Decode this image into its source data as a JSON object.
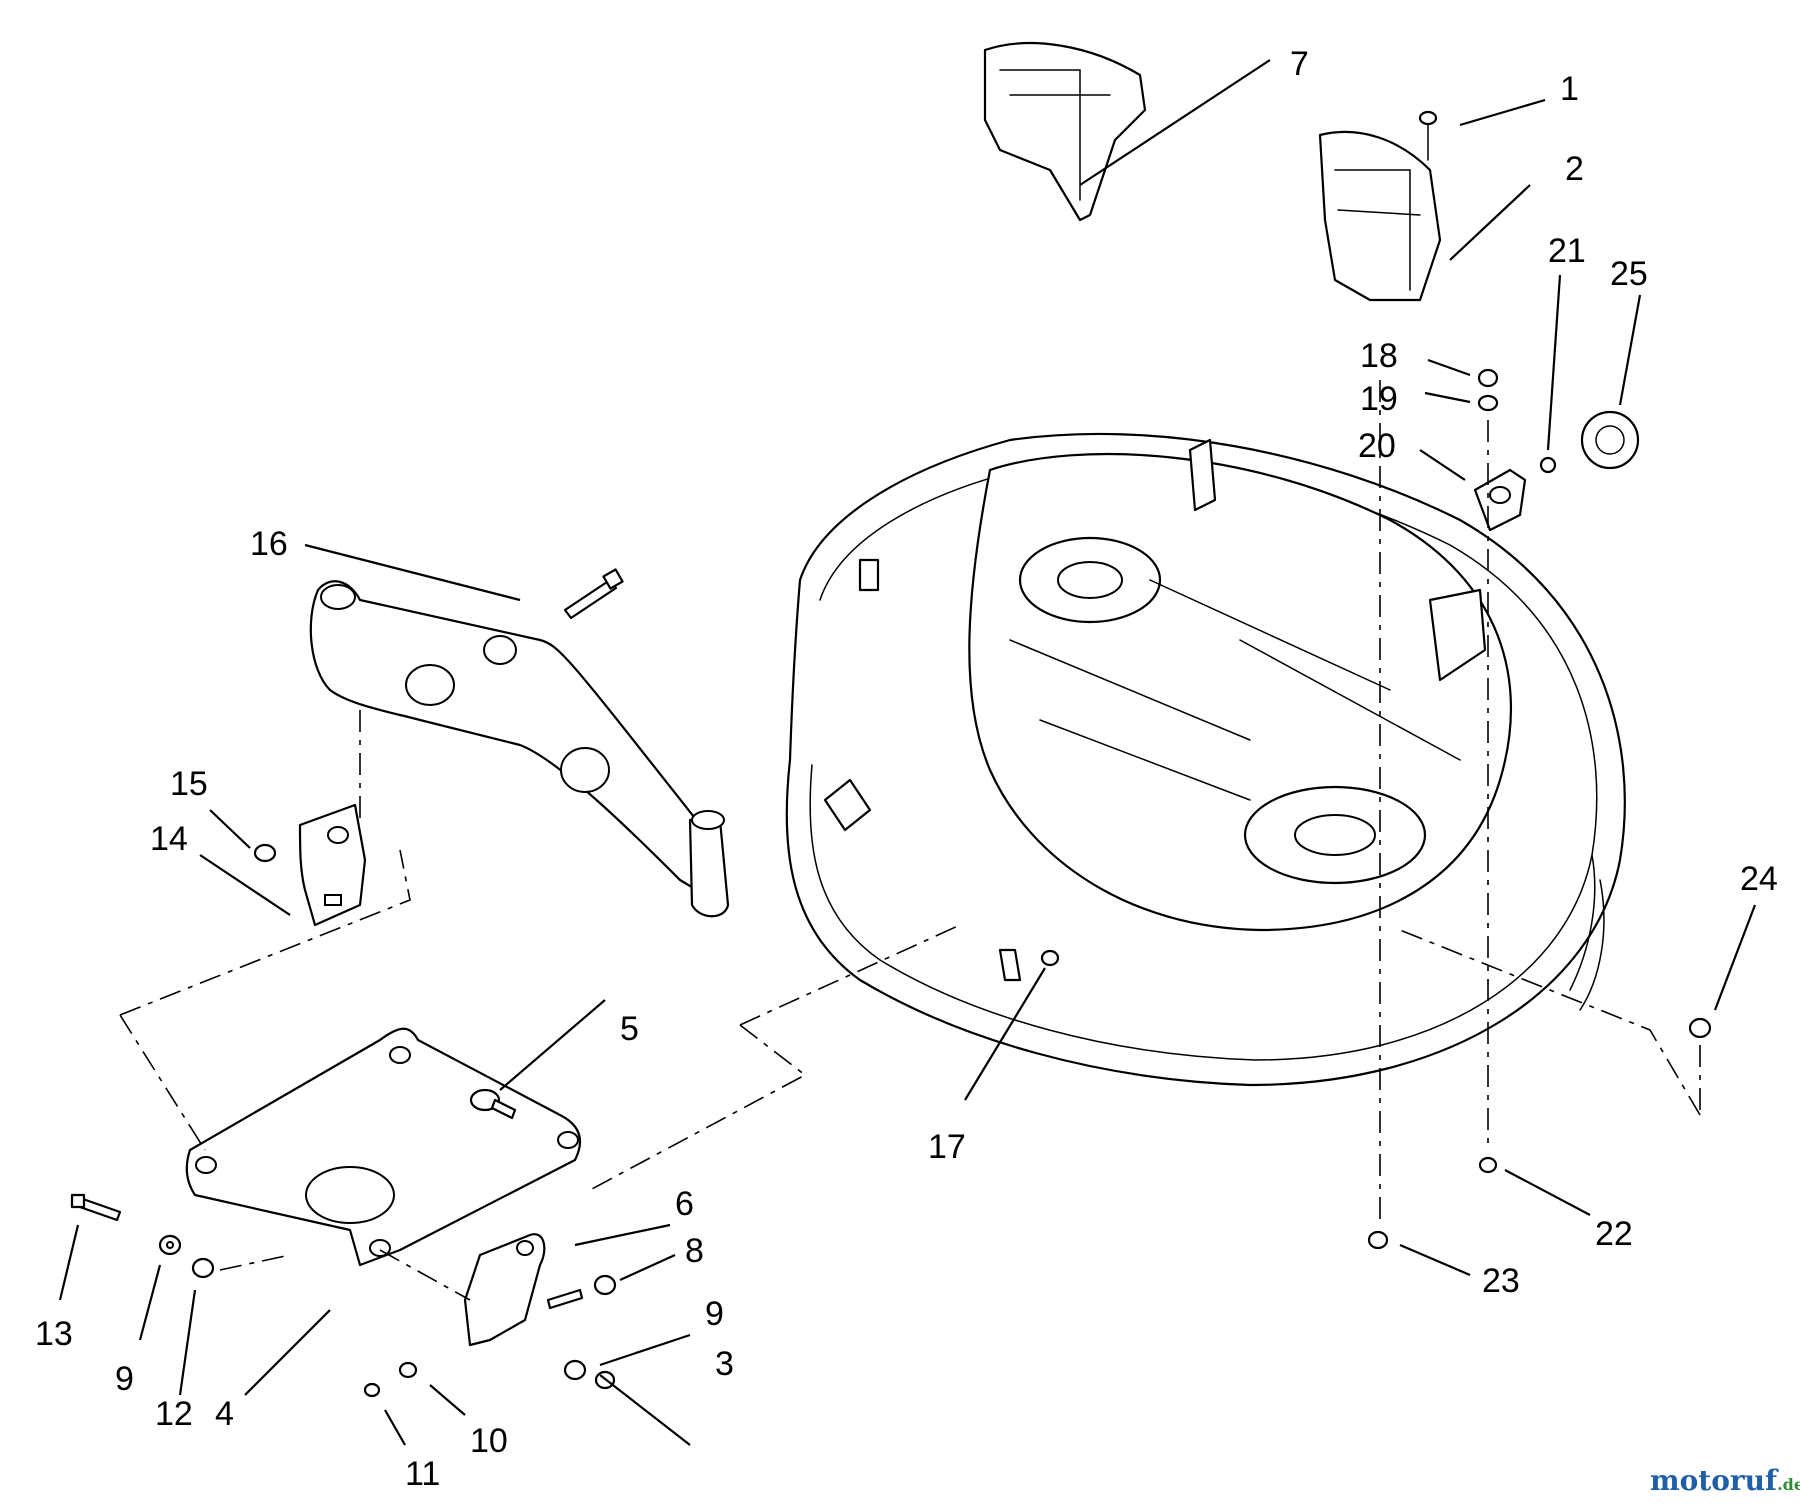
{
  "callouts": [
    {
      "label": "1"
    },
    {
      "label": "2"
    },
    {
      "label": "3"
    },
    {
      "label": "4"
    },
    {
      "label": "5"
    },
    {
      "label": "6"
    },
    {
      "label": "7"
    },
    {
      "label": "8"
    },
    {
      "label": "9"
    },
    {
      "label": "9"
    },
    {
      "label": "10"
    },
    {
      "label": "11"
    },
    {
      "label": "12"
    },
    {
      "label": "13"
    },
    {
      "label": "14"
    },
    {
      "label": "15"
    },
    {
      "label": "16"
    },
    {
      "label": "17"
    },
    {
      "label": "18"
    },
    {
      "label": "19"
    },
    {
      "label": "20"
    },
    {
      "label": "21"
    },
    {
      "label": "22"
    },
    {
      "label": "23"
    },
    {
      "label": "24"
    },
    {
      "label": "25"
    }
  ],
  "watermark": {
    "brand_main": "motoruf",
    "brand_suffix": ".de",
    "colors": [
      "#1f5fa8",
      "#2e8b3a",
      "#d64545",
      "#e0a020"
    ]
  }
}
